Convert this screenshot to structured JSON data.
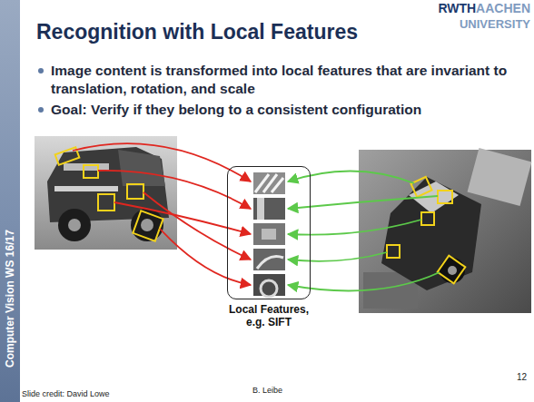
{
  "diagram": {
    "title": "Recognition with Local Features",
    "nodes": [
      {
        "text": [
          "Local Features, e.g. SIFT"
        ]
      }
    ],
    "labels": [
      "RWTH",
      "AACHEN",
      "UNIVERSITY",
      "Image content is transformed into local features that are invariant to translation, rotation, and scale",
      "Goal: Verify if they belong to a consistent configuration",
      "Computer Vision WS 16/17",
      "Slide credit: David Lowe",
      "B. Leibe",
      "12"
    ]
  }
}
